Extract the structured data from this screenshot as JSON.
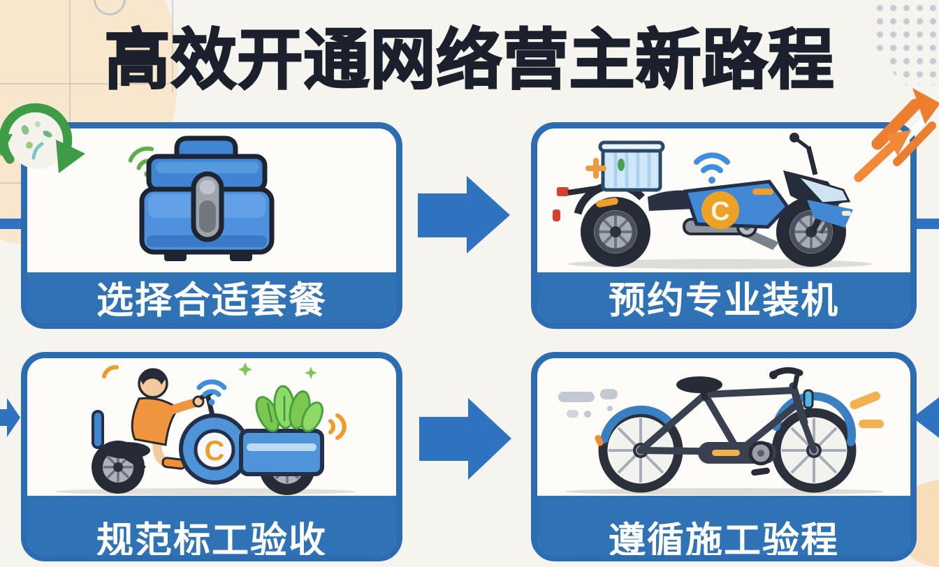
{
  "title": {
    "text": "高效开通网络营主新路程"
  },
  "brand": {
    "letter": "C"
  },
  "steps": [
    {
      "caption": "选择合适套餐",
      "illustration": "blue-toolbox-with-wifi"
    },
    {
      "caption": "预约专业装机",
      "illustration": "delivery-motorcycle-with-basket"
    },
    {
      "caption": "规范标工验收",
      "illustration": "cargo-tricycle-with-rider-and-vegetables"
    },
    {
      "caption": "遵循施工验程",
      "illustration": "city-bicycle"
    }
  ],
  "colors": {
    "background": "#f6f4ee",
    "card_background": "#fdfcf9",
    "border_blue": "#2b6cb2",
    "band_blue": "#2f72b6",
    "arrow_blue": "#2f73c0",
    "caption_text": "#ffffff",
    "title_text": "#1b202c",
    "green": "#3e9c47",
    "orange": "#ee7e2f"
  },
  "decorations": {
    "top_left": [
      "peach-blob",
      "grid-lines",
      "recycle-icon"
    ],
    "top_right": [
      "dot-grid",
      "growth-arrow-icon"
    ],
    "bottom_right": [
      "peach-circle"
    ],
    "flow": [
      "arrow-right-top",
      "arrow-right-bottom",
      "edge-stub-left",
      "edge-stub-right",
      "edge-arrow-left",
      "edge-arrow-right"
    ]
  }
}
